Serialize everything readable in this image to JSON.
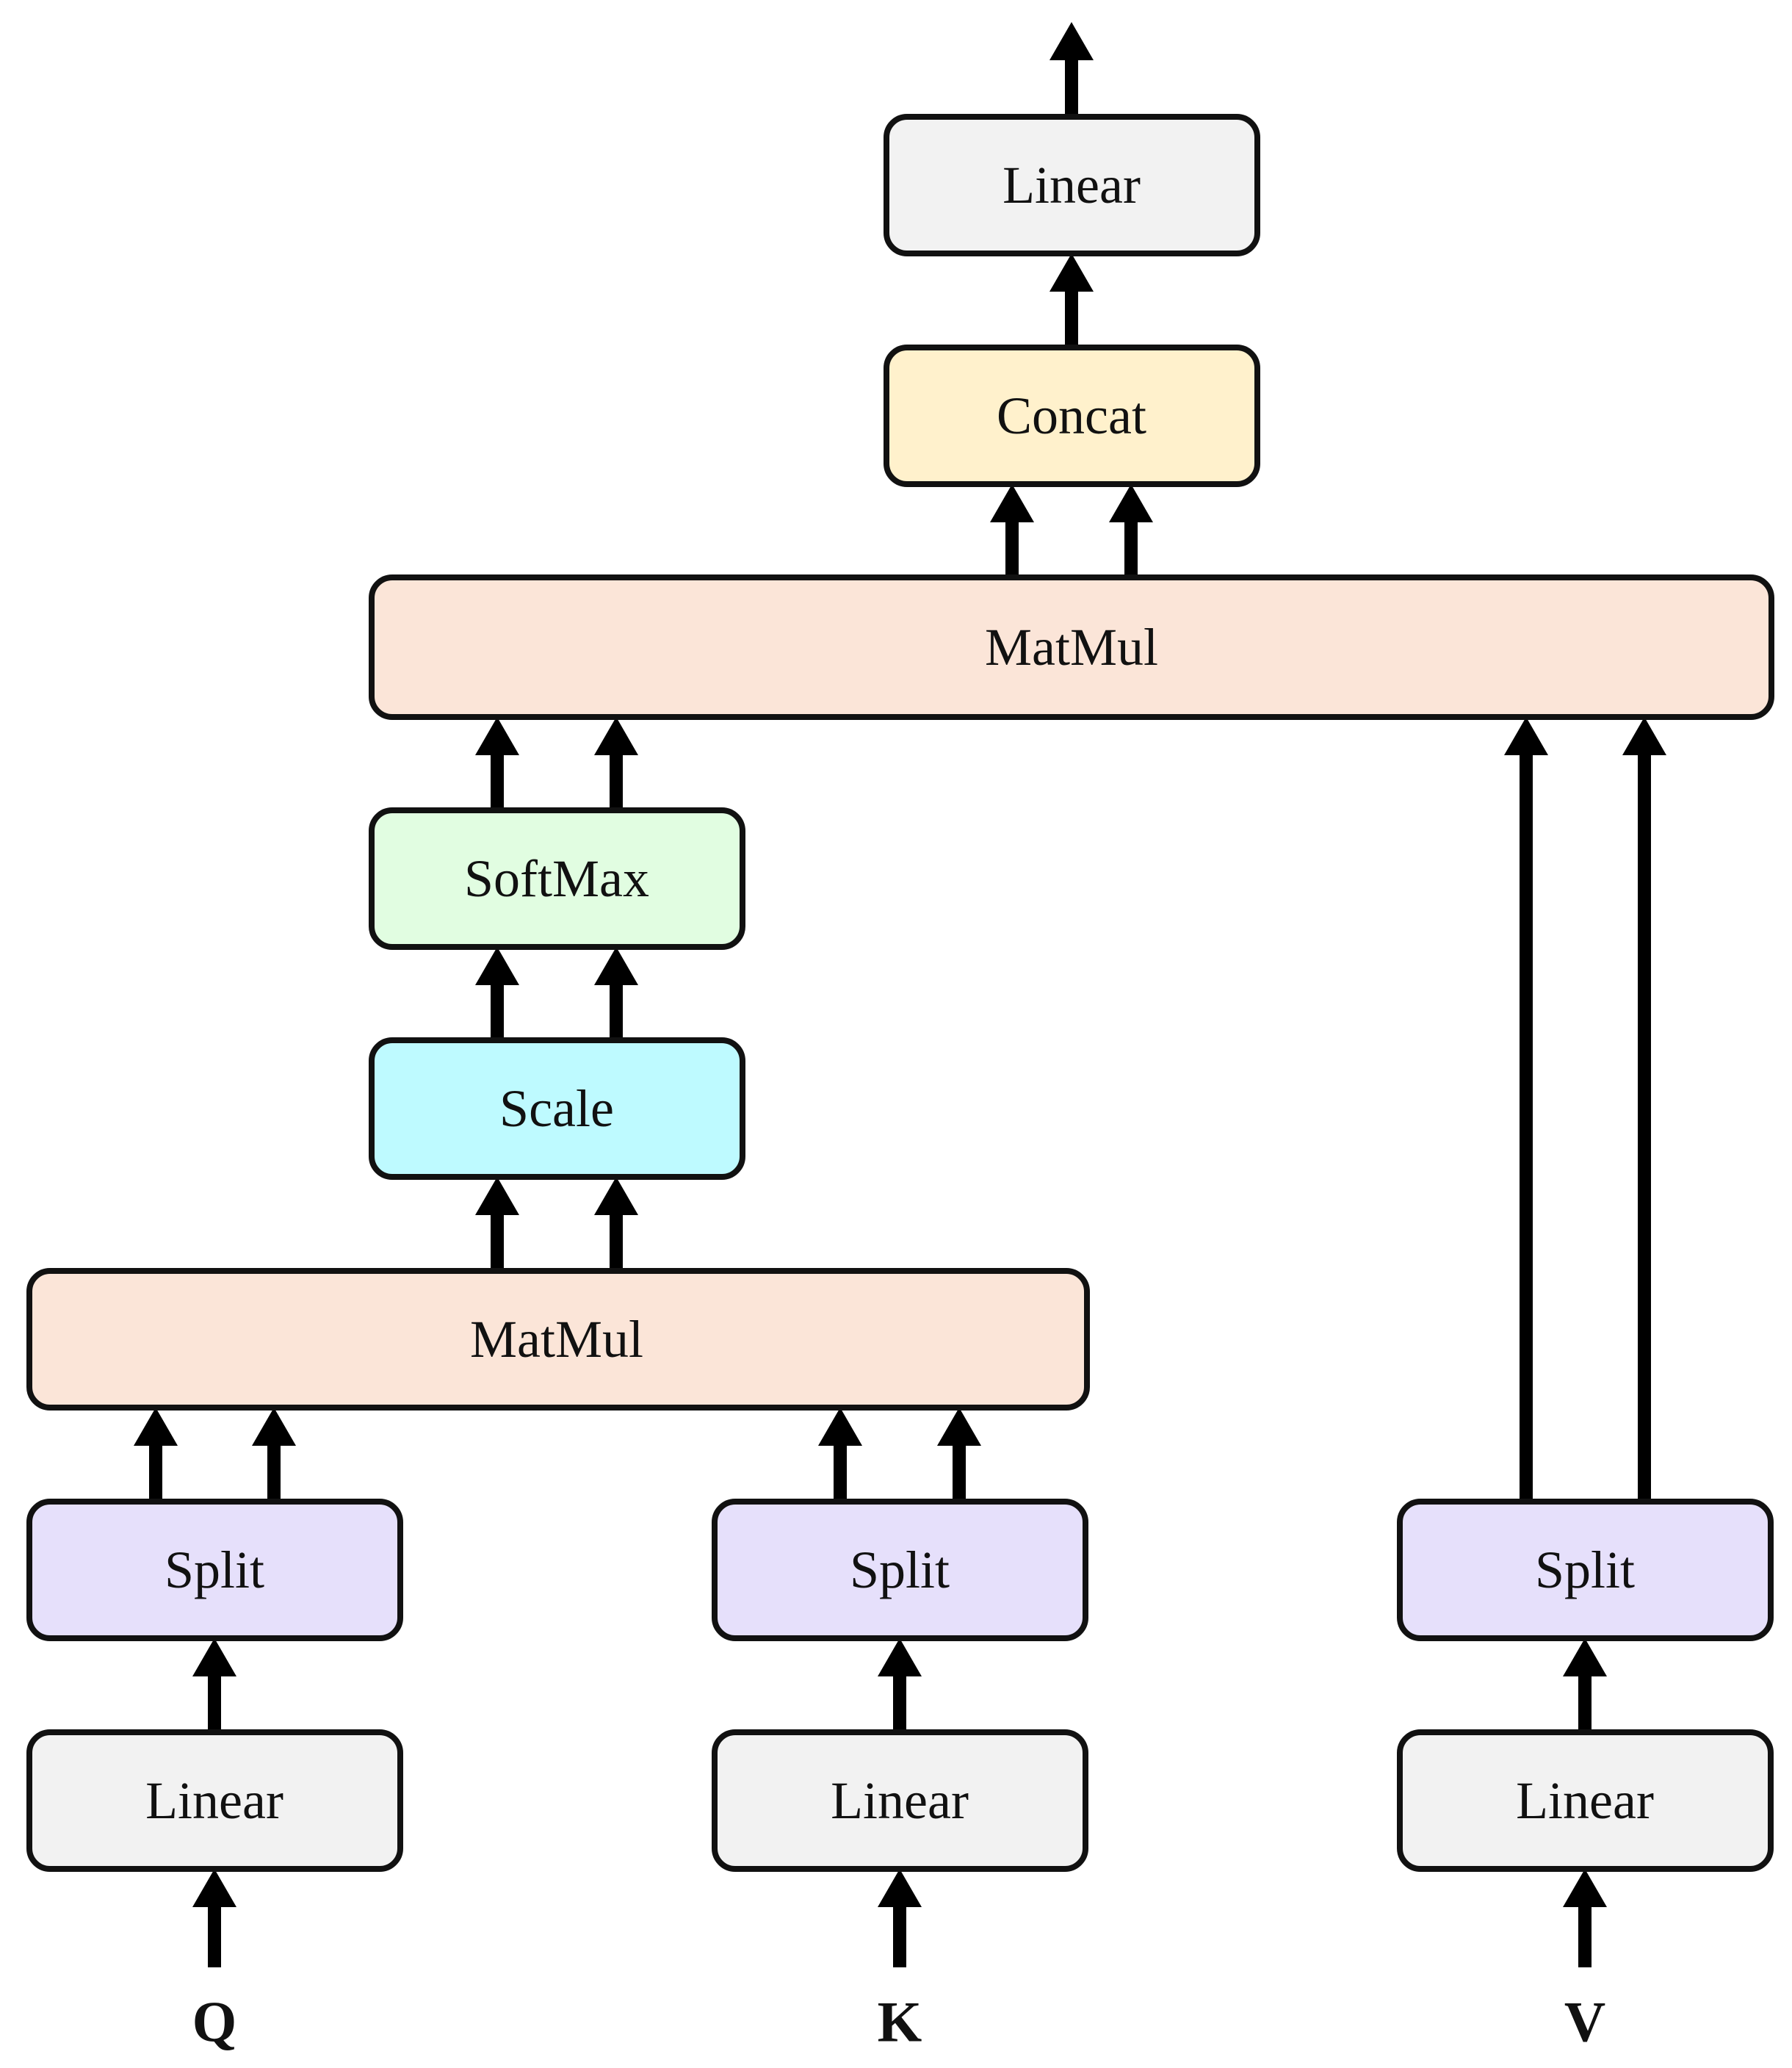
{
  "diagram": {
    "title": "",
    "inputs": {
      "q": "Q",
      "k": "K",
      "v": "V"
    },
    "blocks": {
      "linear_q": "Linear",
      "linear_k": "Linear",
      "linear_v": "Linear",
      "split_q": "Split",
      "split_k": "Split",
      "split_v": "Split",
      "matmul_qk": "MatMul",
      "scale": "Scale",
      "softmax": "SoftMax",
      "matmul_v": "MatMul",
      "concat": "Concat",
      "linear_out": "Linear"
    },
    "colors": {
      "linear": "#f2f2f2",
      "split": "#e6e0fb",
      "matmul": "#fbe5d8",
      "scale": "#befaff",
      "softmax": "#e1fde1",
      "concat": "#fff1cc",
      "outline": "#111111",
      "arrow": "#000000"
    }
  }
}
